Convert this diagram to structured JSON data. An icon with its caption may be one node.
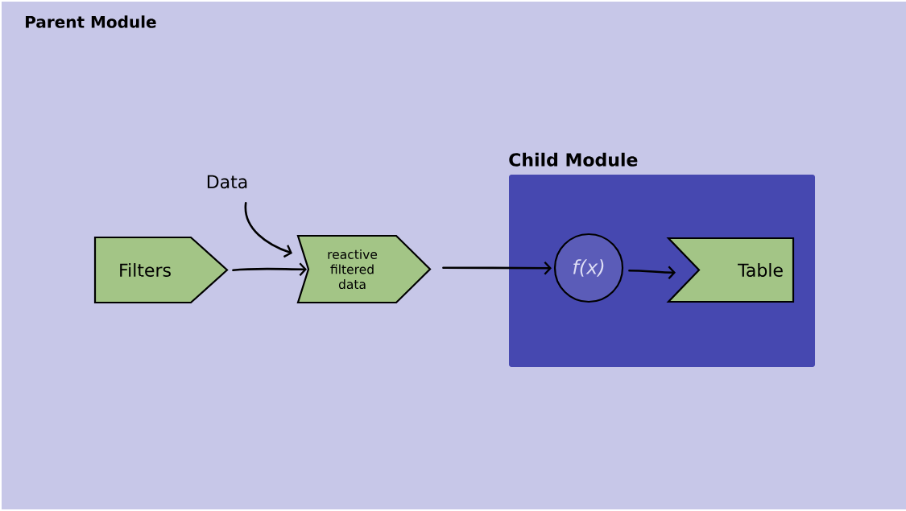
{
  "diagram": {
    "nodes": [
      {
        "text": [
          "Parent Module"
        ]
      },
      {
        "text": [
          "Filters"
        ],
        "in": 0
      },
      {
        "text": [
          "Data"
        ],
        "in": 0
      },
      {
        "text": [
          "reactive filtered data"
        ],
        "in": 0
      },
      {
        "text": [
          "Child Module"
        ],
        "in": 0
      },
      {
        "text": [
          "f(x)"
        ],
        "in": 4
      },
      {
        "text": [
          "Table"
        ],
        "in": 4
      }
    ],
    "edges": [
      {
        "from": 1,
        "to": 3,
        "arrow": "to"
      },
      {
        "from": 2,
        "to": 3,
        "arrow": "to"
      },
      {
        "from": 3,
        "to": 5,
        "arrow": "to"
      },
      {
        "from": 5,
        "to": 6,
        "arrow": "to"
      }
    ]
  }
}
